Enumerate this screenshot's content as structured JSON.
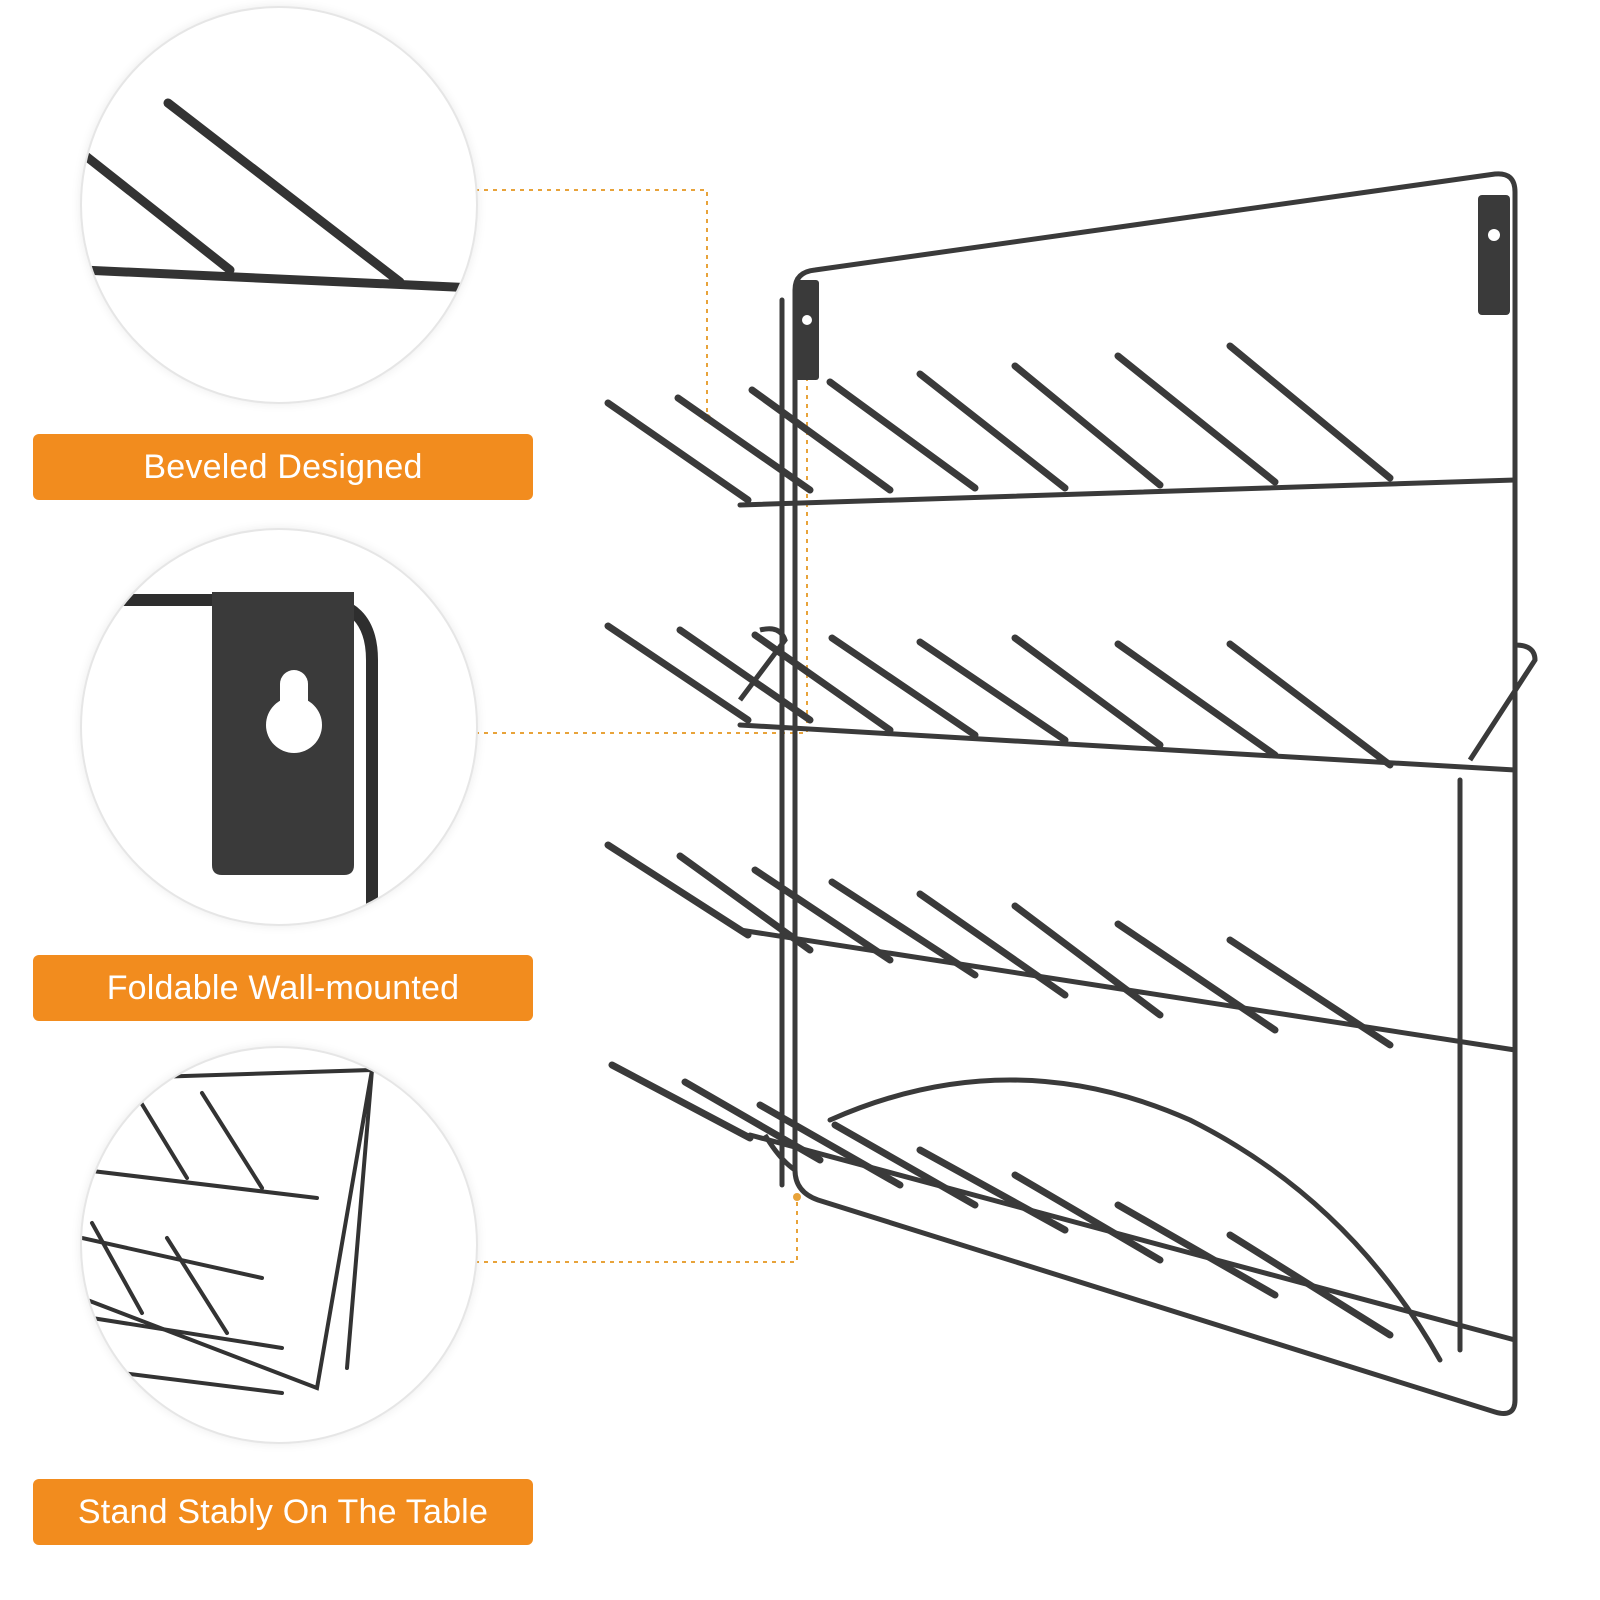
{
  "features": [
    {
      "id": "beveled",
      "label": "Beveled Designed"
    },
    {
      "id": "foldable",
      "label": "Foldable Wall-mounted"
    },
    {
      "id": "stand",
      "label": "Stand Stably On The Table"
    }
  ],
  "colors": {
    "label_bg": "#F28C1E",
    "label_text": "#FFFFFF",
    "wire": "#3a3a3a",
    "leader_line": "#E8A33A"
  },
  "icons": [
    "keyhole-icon"
  ]
}
